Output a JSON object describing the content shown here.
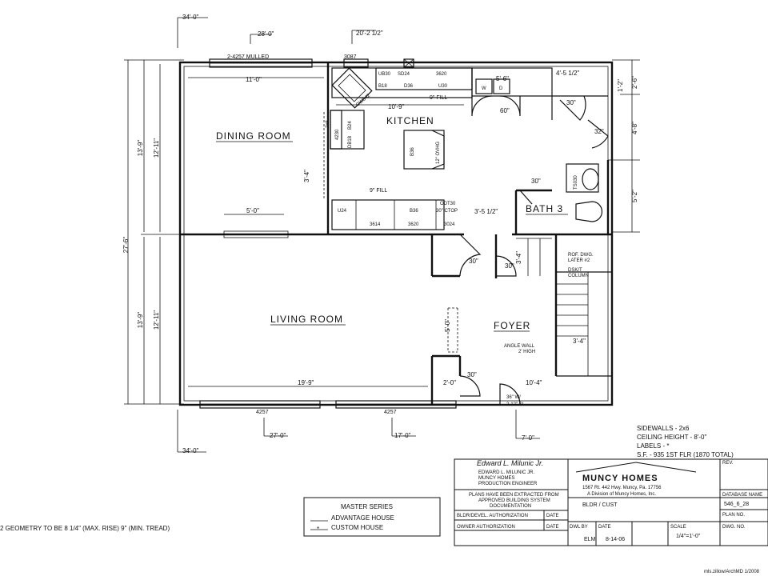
{
  "rooms": {
    "dining": "DINING ROOM",
    "kitchen": "KITCHEN",
    "living": "LIVING ROOM",
    "foyer": "FOYER",
    "bath": "BATH 3"
  },
  "dimensions": {
    "d34_top": "34'-0\"",
    "d28": "28'-0\"",
    "d20": "20'-2 1/2\"",
    "d2_4257_mulled": "2-4257 MULLED",
    "d3087": "3087",
    "d11": "11'-0\"",
    "d10_9": "10'-9\"",
    "d5_6": "5'-6\"",
    "d4_5_half": "4'-5 1/2\"",
    "d60": "60\"",
    "d30_a": "30\"",
    "d32": "32\"",
    "d2_6": "2'-6\"",
    "d4_8": "4'-8\"",
    "d5_2": "5'-2\"",
    "d13_9_a": "13'-9\"",
    "d12_11_a": "12'-11\"",
    "d27_6": "27'-6\"",
    "d13_9_b": "13'-9\"",
    "d12_11_b": "12'-11\"",
    "d3_4_a": "3'-4\"",
    "d5_0_a": "5'-0\"",
    "d9_fill_a": "9\" FILL",
    "d9_fill_b": "9\" FILL",
    "d3_5_half": "3'-5 1/2\"",
    "d30_b": "30\"",
    "d30_c": "30\"",
    "d30_d": "30\"",
    "d30_e": "30\"",
    "d5_0_b": "5'-0\"",
    "d3_4_b": "3'-4\"",
    "d19_9": "19'-9\"",
    "d2_0": "2'-0\"",
    "d10_4": "10'-4\"",
    "d3_4_c": "3'-4\"",
    "d4257_a": "4257",
    "d4257_b": "4257",
    "d27_0": "27'-0\"",
    "d17_0": "17'-0\"",
    "d7_0": "7'-0\"",
    "d34_bottom": "34'-0\"",
    "d36w": "36\" W/",
    "d2_12_sl": "2-12\" SL"
  },
  "cabinets": {
    "ub30": "UB30",
    "sd": "SD24",
    "u30": "U30",
    "b18": "B18",
    "d36": "D36",
    "u3620": "3620",
    "b24": "B24",
    "u4230": "4230",
    "u2x6": "2x6",
    "db18": "DB18",
    "isl": "B36",
    "isl2": "12\" OVHG",
    "cw": "CWB42",
    "u24": "U24",
    "c3614": "3614",
    "c3620": "3620",
    "c3024": "3024",
    "b36": "B36",
    "ctop": "30\" CTOP",
    "odt30": "ODT30",
    "ts": "TS030",
    "w": "W",
    "d": "D",
    "rof": "ROF. DWG.",
    "later": "LATER #2",
    "dsk": "DSK/T",
    "column": "COLUMN",
    "angle": "ANGLE WALL",
    "high": "2' HIGH"
  },
  "notes": {
    "sidewalls": "SIDEWALLS - 2x6",
    "ceiling": "CEILING HEIGHT - 8'-0\"",
    "labels": "LABELS - *",
    "sf": "S.F. - 935 1ST FLR (1870 TOTAL)",
    "geometry": "2 GEOMETRY TO BE 8 1/4\" (MAX. RISE) 9\" (MIN. TREAD)"
  },
  "legend": {
    "master": "MASTER SERIES",
    "advantage": "ADVANTAGE HOUSE",
    "custom_mark": "*",
    "custom": "CUSTOM HOUSE"
  },
  "titleblock": {
    "signature": "Edward L. Milunic Jr.",
    "engineer_name": "EDWARD L. MILUNIC JR.",
    "engineer_co": "MUNCY HOMES",
    "engineer_title": "PRODUCTION ENGINEER",
    "plans1": "PLANS HAVE BEEN EXTRACTED FROM",
    "plans2": "APPROVED BUILDING SYSTEM",
    "plans3": "DOCUMENTATION",
    "auth": "BLDR/DEVEL. AUTHORIZATION",
    "date1": "DATE",
    "owner": "OWNER AUTHORIZATION",
    "date2": "DATE",
    "company": "MUNCY HOMES",
    "address": "1567 Rt. 442 Hwy.    Muncy, Pa. 17756",
    "division": "A Division of Muncy Homes, Inc.",
    "drawing": "BLDR / CUST",
    "rev": "REV.",
    "db_label": "DATABASE NAME",
    "db_value": "546_6_28",
    "plan_no": "PLAN NO.",
    "dwg_by_label": "DWL BY",
    "dwg_by": "ELM",
    "date_label": "DATE",
    "date": "8-14-06",
    "scale_label": "SCALE",
    "scale": "1/4\"=1'-0\"",
    "dwg_no": "DWG. NO."
  },
  "footer": {
    "watermark": "mls.zillow/ArchMD 1/2008"
  }
}
